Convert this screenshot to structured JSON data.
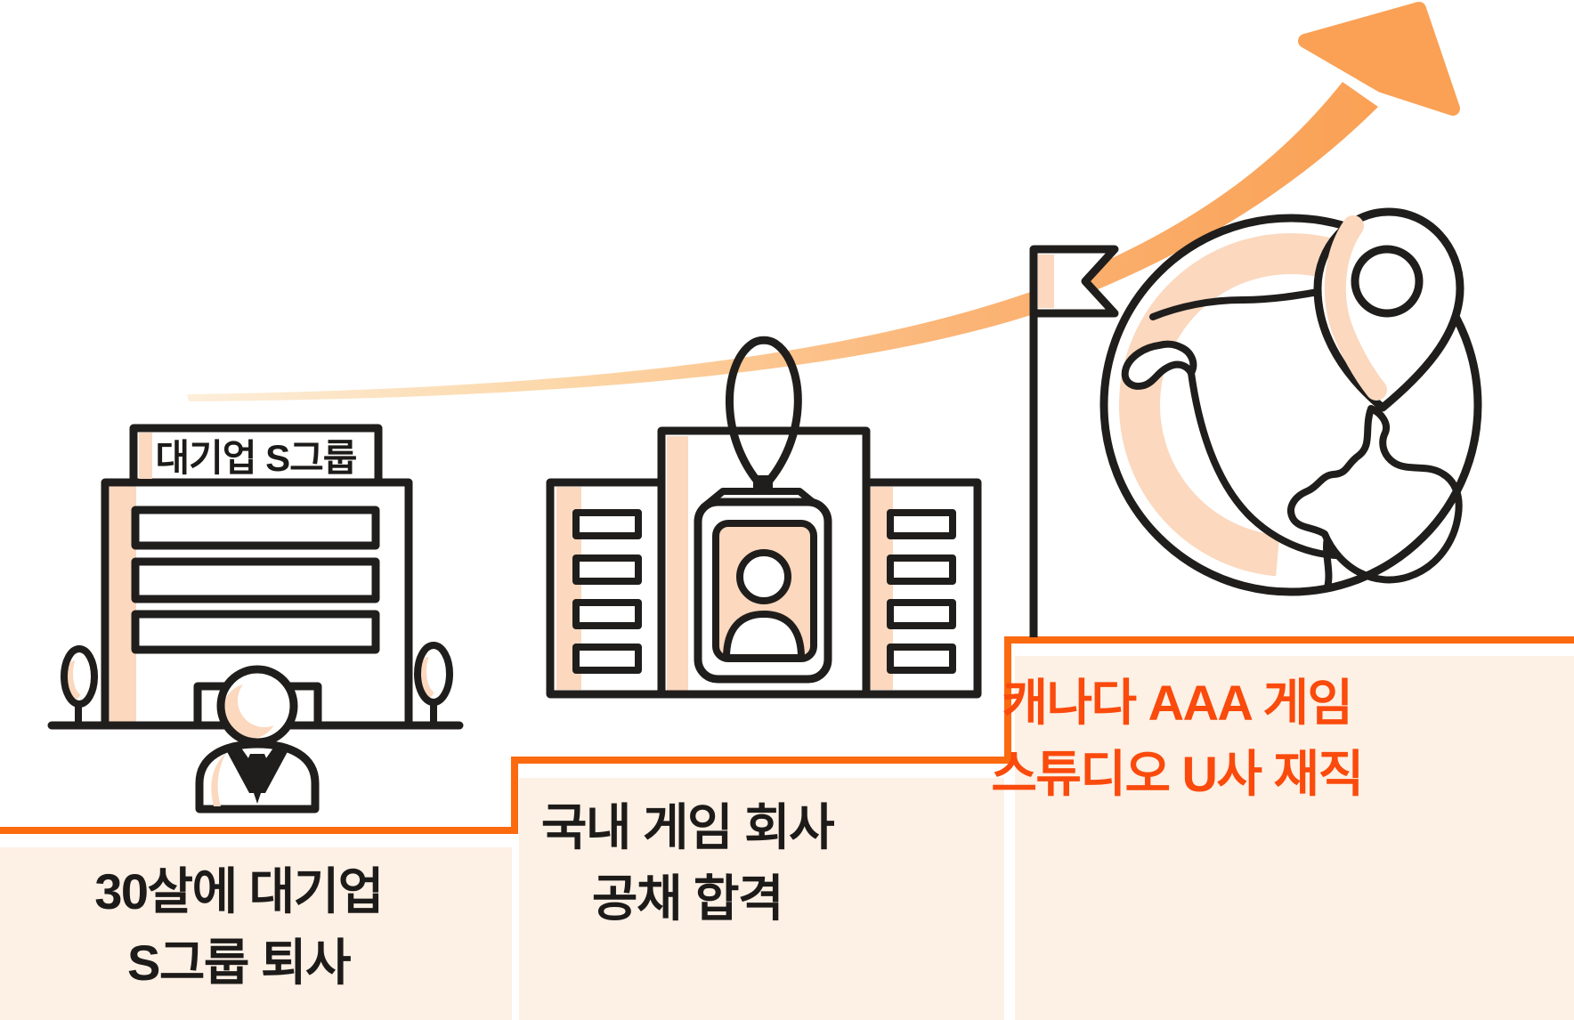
{
  "infographic": {
    "title_hidden": "",
    "building_sign": "대기업 S그룹",
    "steps": [
      {
        "id": "step-1",
        "lines": [
          "30살에 대기업",
          "S그룹 퇴사"
        ],
        "text_color": "#1D1B19"
      },
      {
        "id": "step-2",
        "lines": [
          "국내 게임 회사",
          "공채 합격"
        ],
        "text_color": "#1D1B19"
      },
      {
        "id": "step-3",
        "lines": [
          "캐나다 AAA 게임",
          "스튜디오 U사 재직"
        ],
        "text_color": "#FA4A0C"
      }
    ],
    "colors": {
      "line_black": "#201E1C",
      "accent_peach": "#FBD8BE",
      "card_background": "#FDF0E5",
      "stair_border_orange": "#FB6A0F",
      "highlight_text_orange": "#FA4A0C",
      "arrow_orange": "#FAA155",
      "arrow_tail_cream": "#FDEFDC"
    }
  }
}
